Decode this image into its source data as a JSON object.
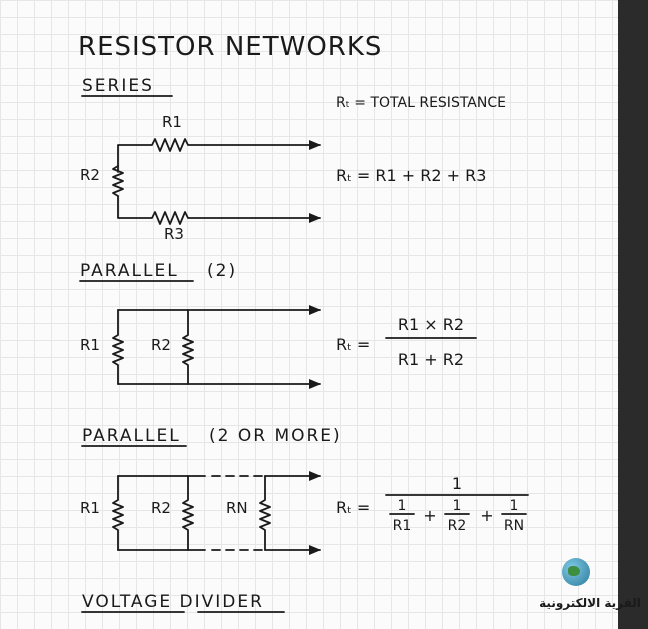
{
  "title": "RESISTOR NETWORKS",
  "sections": {
    "series": {
      "heading": "SERIES",
      "labels": {
        "r1": "R1",
        "r2": "R2",
        "r3": "R3"
      },
      "definition": "Rₜ = TOTAL RESISTANCE",
      "formula": "Rₜ = R1 + R2 + R3"
    },
    "parallel2": {
      "heading": "PARALLEL",
      "heading_suffix": "(2)",
      "labels": {
        "r1": "R1",
        "r2": "R2"
      },
      "lhs": "Rₜ =",
      "numerator": "R1 × R2",
      "denominator": "R1 + R2"
    },
    "parallelN": {
      "heading": "PARALLEL",
      "heading_suffix": "(2 OR MORE)",
      "labels": {
        "r1": "R1",
        "r2": "R2",
        "rn": "RN"
      },
      "lhs": "Rₜ =",
      "numerator": "1",
      "terms": [
        {
          "num": "1",
          "den": "R1"
        },
        {
          "num": "1",
          "den": "R2"
        },
        {
          "num": "1",
          "den": "RN"
        }
      ],
      "plus": "+"
    },
    "voltage_divider": {
      "heading": "VOLTAGE DIVIDER"
    }
  },
  "watermark": {
    "text": "القرية الالكترونية",
    "icon": "globe-icon"
  }
}
